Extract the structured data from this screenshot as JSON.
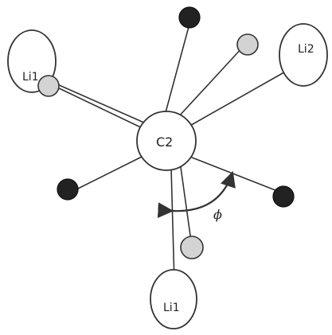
{
  "diagram": {
    "center": {
      "label": "C2"
    },
    "lithium_nodes": {
      "top_left": {
        "label": "Li1"
      },
      "top_right": {
        "label": "Li2"
      },
      "bottom": {
        "label": "Li1"
      }
    },
    "angle": {
      "symbol": "ϕ"
    }
  },
  "colors": {
    "line": "#333333",
    "dark_atom": "#222222",
    "light_atom": "#d3d3d3",
    "background": "#ffffff"
  }
}
